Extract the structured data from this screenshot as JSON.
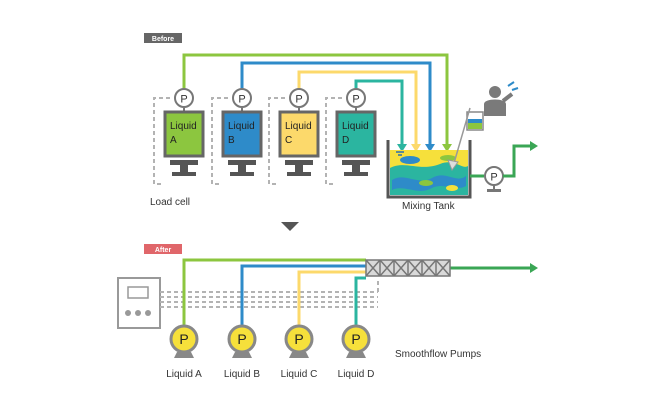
{
  "badges": {
    "before": "Before",
    "after": "After"
  },
  "before": {
    "load_cell_label": "Load cell",
    "mixing_tank_label": "Mixing Tank",
    "pump_symbol": "P",
    "tanks": [
      {
        "line1": "Liquid",
        "line2": "A"
      },
      {
        "line1": "Liquid",
        "line2": "B"
      },
      {
        "line1": "Liquid",
        "line2": "C"
      },
      {
        "line1": "Liquid",
        "line2": "D"
      }
    ]
  },
  "after": {
    "pump_symbol": "P",
    "pumps_label": "Smoothflow Pumps",
    "liquids": [
      "Liquid A",
      "Liquid B",
      "Liquid C",
      "Liquid D"
    ]
  },
  "colors": {
    "liquid_a": "#8cc63f",
    "liquid_b": "#2e8bc9",
    "liquid_c": "#fcd96b",
    "liquid_d": "#2bb5a0",
    "outlet": "#3aa655",
    "pump_yellow": "#f6e03b",
    "badge_before": "#666666",
    "badge_after": "#e0666a",
    "arrow": "#555555"
  }
}
